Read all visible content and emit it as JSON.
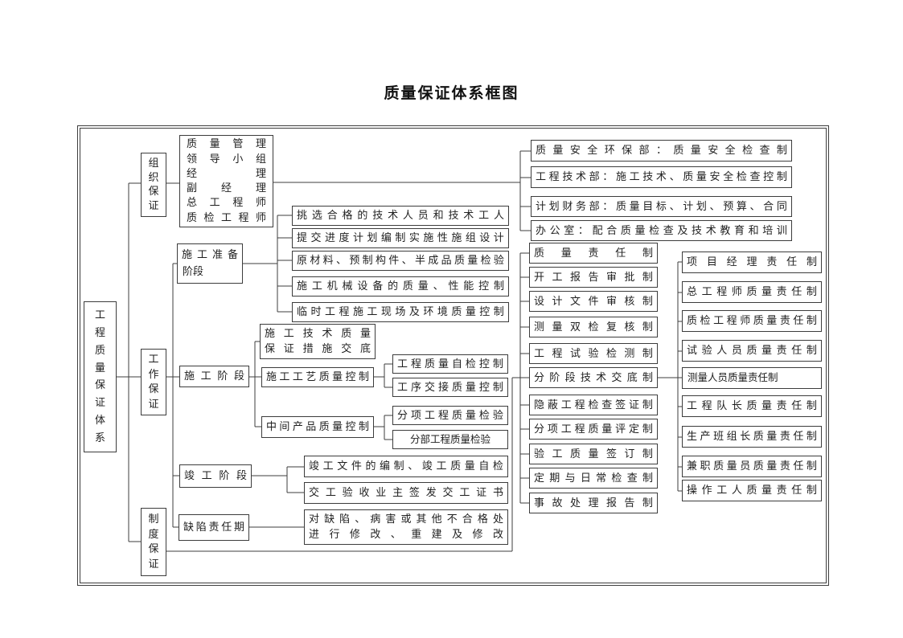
{
  "title": "质量保证体系框图",
  "root": {
    "label": "工程质量保证体系"
  },
  "level1": {
    "organization": "组织保证",
    "work": "工作保证",
    "institution": "制度保证"
  },
  "leadership": {
    "lines": [
      "质量管理",
      "领导小组",
      "经理",
      "副经理",
      "总工程师",
      "质检工程师"
    ]
  },
  "departments": {
    "items": [
      "质量安全环保部：质量安全检查制",
      "工程技术部：施工技术、质量安全检查控制",
      "计划财务部：质量目标、计划、预算、合同",
      "办公室：配合质量检查及技术教育和培训"
    ]
  },
  "preparation": {
    "label_line1": "施工准备",
    "label_line2": "阶段",
    "items": [
      "挑选合格的技术人员和技术工人",
      "提交进度计划编制实施性施组设计",
      "原材料、预制构件、半成品质量检验",
      "施工机械设备的质量、性能控制",
      "临时工程施工现场及环境质量控制"
    ]
  },
  "construction": {
    "label": "施工阶段",
    "tech_disclosure": {
      "lines": [
        "施工技术质量",
        "保证措施交底"
      ]
    },
    "process_control": {
      "label": "施工工艺质量控制",
      "items": [
        "工程质量自检控制",
        "工序交接质量控制"
      ]
    },
    "intermediate_control": {
      "label": "中间产品质量控制",
      "items": [
        "分项工程质量检验",
        "分部工程质量检验"
      ]
    }
  },
  "completion": {
    "label": "竣工阶段",
    "items": [
      "竣工文件的编制、竣工质量自检",
      "交工验收业主签发交工证书"
    ]
  },
  "defect": {
    "label": "缺陷责任期",
    "lines": [
      "对缺陷、病害或其他不合格处",
      "进行修改、重建及修改"
    ]
  },
  "systems": {
    "items": [
      "质量责任制",
      "开工报告审批制",
      "设计文件审核制",
      "测量双检复核制",
      "工程试验检测制",
      "分阶段技术交底制",
      "隐蔽工程检查签证制",
      "分项工程质量评定制",
      "验工质量签订制",
      "定期与日常检查制",
      "事故处理报告制"
    ]
  },
  "responsibilities": {
    "items": [
      "项目经理责任制",
      "总工程师质量责任制",
      "质检工程师质量责任制",
      "试验人员质量责任制",
      "测量人员质量责任制",
      "工程队长质量责任制",
      "生产班组长质量责任制",
      "兼职质量员质量责任制",
      "操作工人质量责任制"
    ]
  },
  "colors": {
    "line": "#3c3c3c",
    "text": "#1f1f1f",
    "background": "#ffffff"
  }
}
